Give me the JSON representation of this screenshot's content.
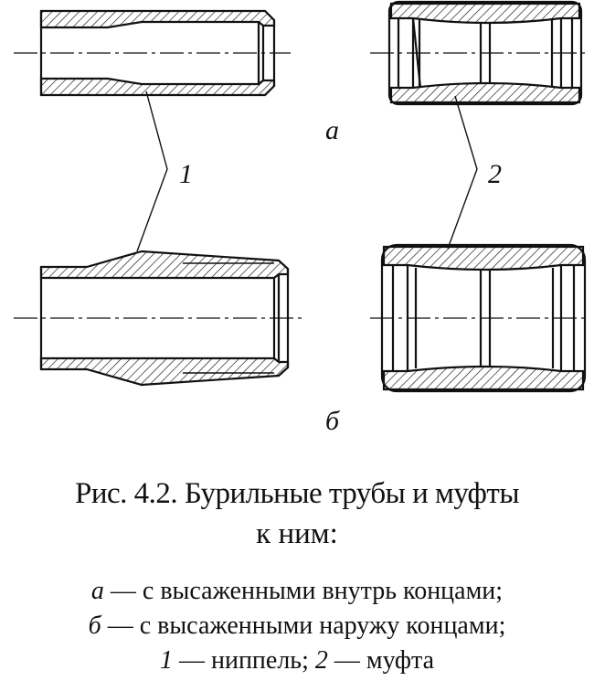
{
  "labels": {
    "part_1": "1",
    "part_2": "2",
    "variant_a": "а",
    "variant_b": "б"
  },
  "caption": {
    "line1": "Рис. 4.2. Бурильные трубы и муфты",
    "line2": "к ним:"
  },
  "legend": {
    "a_letter": "а",
    "a_text": " — с высаженными внутрь концами;",
    "b_letter": "б",
    "b_text": " — с высаженными наружу концами;",
    "n1": "1",
    "n1_text": " — ниппель; ",
    "n2": "2",
    "n2_text": " — муфта"
  }
}
